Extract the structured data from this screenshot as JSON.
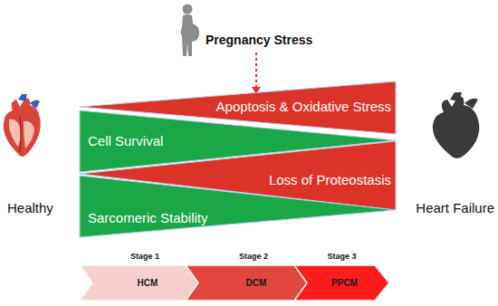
{
  "diagram": {
    "nodes": [
      {
        "text": [
          "Apoptosis & Oxidative Stress"
        ]
      },
      {
        "text": [
          "Cell Survival"
        ]
      },
      {
        "text": [
          "Loss of Proteostasis"
        ]
      },
      {
        "text": [
          "Sarcomeric Stability"
        ]
      },
      {
        "text": [
          "Stage 1",
          "HCM"
        ]
      },
      {
        "text": [
          "Stage 2",
          "DCM"
        ]
      },
      {
        "text": [
          "Stage 3",
          "PPCM"
        ]
      }
    ],
    "labels": [
      "Pregnancy Stress",
      "Healthy",
      "Heart Failure"
    ]
  }
}
